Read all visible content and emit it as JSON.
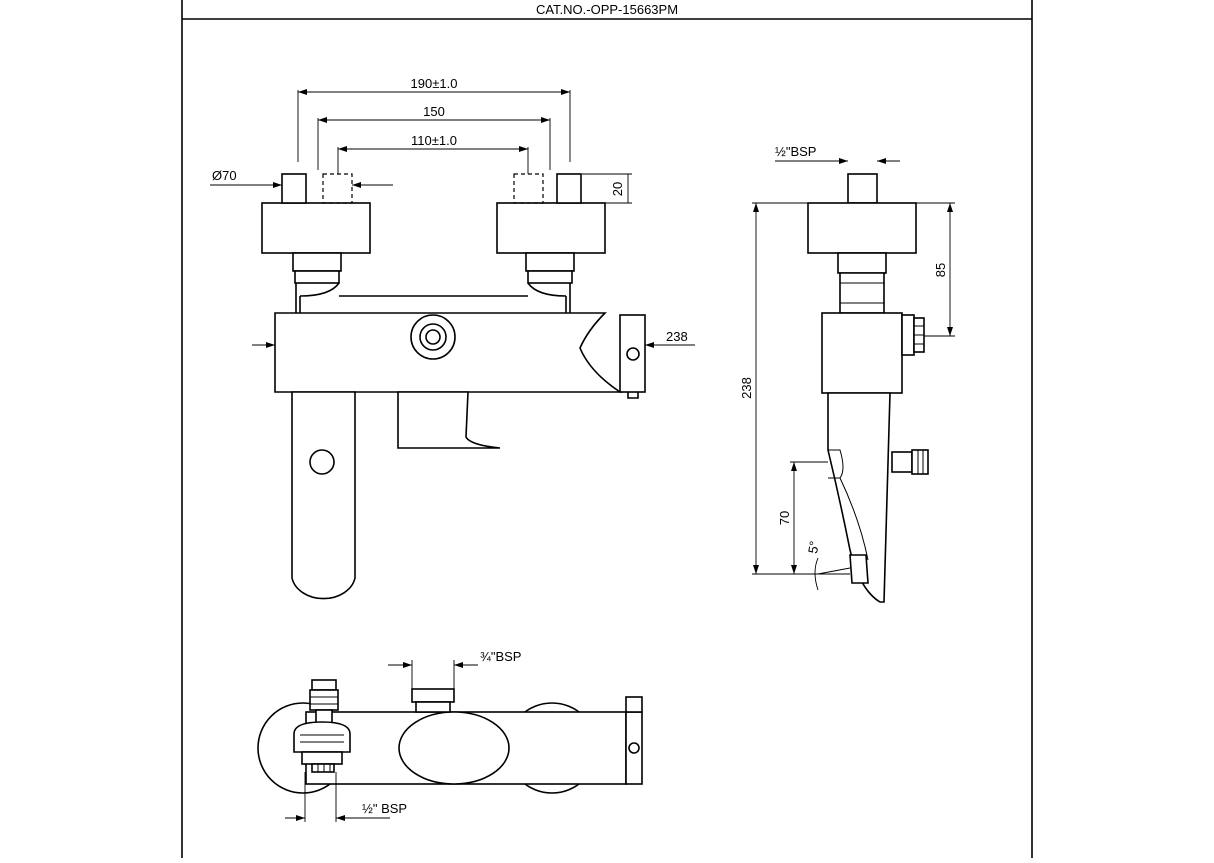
{
  "title_block": {
    "catalog_no": "CAT.NO.-OPP-15663PM"
  },
  "front_view": {
    "dim_overall": "190±1.0",
    "dim_centers": "150",
    "dim_inner": "110±1.0",
    "dim_diameter": "Ø70",
    "dim_height": "20",
    "dim_side": "238"
  },
  "side_view": {
    "dim_inlet": "½\"BSP",
    "dim_height_total": "238",
    "dim_upper": "85",
    "dim_spout": "70",
    "dim_angle": "5°"
  },
  "top_view": {
    "dim_outlet": "¾\"BSP",
    "dim_inlet": "½\" BSP"
  }
}
